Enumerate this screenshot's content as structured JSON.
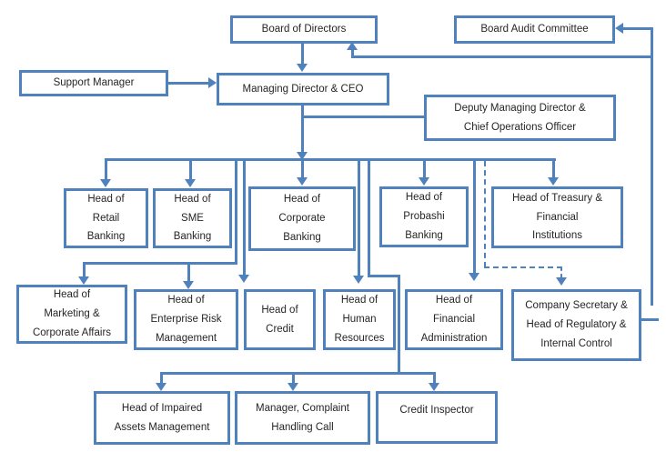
{
  "diagram": {
    "type": "org-chart",
    "description": "Bank organizational hierarchy chart"
  },
  "palette": {
    "line_blue": "#4f81bd",
    "text": "#262626",
    "background": "#ffffff"
  },
  "nodes": {
    "board_of_directors": {
      "label": "Board of Directors"
    },
    "board_audit_committee": {
      "label": "Board Audit Committee"
    },
    "support_manager": {
      "label": "Support Manager"
    },
    "managing_director_ceo": {
      "label": "Managing Director & CEO"
    },
    "deputy_md_coo": {
      "label": "Deputy Managing Director &\nChief Operations Officer"
    },
    "head_retail_banking": {
      "label": "Head of\nRetail\nBanking"
    },
    "head_sme_banking": {
      "label": "Head of\nSME\nBanking"
    },
    "head_corporate_banking": {
      "label": "Head of\nCorporate\nBanking"
    },
    "head_probashi_banking": {
      "label": "Head of\nProbashi\nBanking"
    },
    "head_treasury_financial_institutions": {
      "label": "Head of Treasury &\nFinancial\nInstitutions"
    },
    "head_marketing_corporate_affairs": {
      "label": "Head of\nMarketing &\nCorporate Affairs"
    },
    "head_enterprise_risk_management": {
      "label": "Head of\nEnterprise Risk\nManagement"
    },
    "head_of_credit": {
      "label": "Head of\nCredit"
    },
    "head_human_resources": {
      "label": "Head of\nHuman\nResources"
    },
    "head_financial_administration": {
      "label": "Head of\nFinancial\nAdministration"
    },
    "company_secretary_regulatory_internal_control": {
      "label": "Company Secretary &\nHead of Regulatory &\nInternal Control"
    },
    "head_impaired_assets_management": {
      "label": "Head of Impaired\nAssets Management"
    },
    "manager_complaint_handling_call": {
      "label": "Manager, Complaint\nHandling Call"
    },
    "credit_inspector": {
      "label": "Credit Inspector"
    }
  },
  "edges": [
    {
      "from": "board_of_directors",
      "to": "managing_director_ceo",
      "style": "solid-arrow"
    },
    {
      "from": "support_manager",
      "to": "managing_director_ceo",
      "style": "solid-arrow"
    },
    {
      "from": "company_secretary_regulatory_internal_control",
      "to": "board_of_directors",
      "style": "solid-arrow"
    },
    {
      "from": "company_secretary_regulatory_internal_control",
      "to": "board_audit_committee",
      "style": "solid-arrow"
    },
    {
      "from": "managing_director_ceo",
      "to": "deputy_md_coo",
      "style": "solid-line"
    },
    {
      "from": "managing_director_ceo",
      "to": "head_retail_banking",
      "style": "solid-arrow"
    },
    {
      "from": "managing_director_ceo",
      "to": "head_sme_banking",
      "style": "solid-arrow"
    },
    {
      "from": "managing_director_ceo",
      "to": "head_corporate_banking",
      "style": "solid-arrow"
    },
    {
      "from": "managing_director_ceo",
      "to": "head_probashi_banking",
      "style": "solid-arrow"
    },
    {
      "from": "managing_director_ceo",
      "to": "head_treasury_financial_institutions",
      "style": "solid-arrow"
    },
    {
      "from": "managing_director_ceo",
      "to": "head_marketing_corporate_affairs",
      "style": "solid-arrow"
    },
    {
      "from": "managing_director_ceo",
      "to": "head_enterprise_risk_management",
      "style": "solid-arrow"
    },
    {
      "from": "managing_director_ceo",
      "to": "head_of_credit",
      "style": "solid-arrow"
    },
    {
      "from": "managing_director_ceo",
      "to": "head_human_resources",
      "style": "solid-arrow"
    },
    {
      "from": "managing_director_ceo",
      "to": "head_financial_administration",
      "style": "solid-arrow"
    },
    {
      "from": "managing_director_ceo",
      "to": "company_secretary_regulatory_internal_control",
      "style": "dashed-arrow"
    },
    {
      "from": "managing_director_ceo",
      "to": "head_impaired_assets_management",
      "style": "solid-arrow"
    },
    {
      "from": "managing_director_ceo",
      "to": "manager_complaint_handling_call",
      "style": "solid-arrow"
    },
    {
      "from": "managing_director_ceo",
      "to": "credit_inspector",
      "style": "solid-arrow"
    }
  ]
}
